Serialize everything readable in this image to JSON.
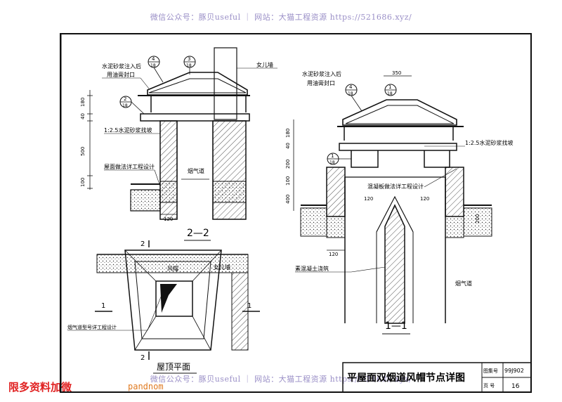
{
  "watermark": {
    "text": "微信公众号：豚贝useful ｜ 网站：大猫工程资源 https://521686.xyz/"
  },
  "footer_ad": {
    "more": "限多资料加微",
    "brand": "pandnom"
  },
  "title_block": {
    "title": "平屋面双烟道风帽节点详图",
    "atlas_label": "图集号",
    "atlas_value": "99J902",
    "page_label": "页 号",
    "page_value": "16"
  },
  "section_22": {
    "label": "2—2",
    "callouts": [
      {
        "num": "4",
        "den": "18"
      },
      {
        "num": "3",
        "den": "18"
      },
      {
        "num": "2",
        "den": "18"
      }
    ],
    "notes": {
      "mortar_seal_1": "水泥砂浆注入后",
      "mortar_seal_2": "用油膏封口",
      "mortar_slope": "1:2.5水泥砂浆找坡",
      "roof_design": "屋面做法详工程设计",
      "flue": "烟气道",
      "parapet": "女儿墙"
    },
    "dims": [
      "180",
      "40",
      "500",
      "100",
      "120"
    ]
  },
  "section_11": {
    "label": "1—1",
    "callouts": [
      {
        "num": "4",
        "den": "18"
      },
      {
        "num": "1",
        "den": "18"
      },
      {
        "num": "1",
        "den": "18"
      }
    ],
    "notes": {
      "mortar_seal_1": "水泥砂浆注入后",
      "mortar_seal_2": "用油膏封口",
      "mortar_slope": "1:2.5水泥砂浆找坡",
      "board_design": "混凝板做法详工程设计",
      "plain_concrete": "素混凝土浇筑",
      "flue": "烟气道"
    },
    "dims": [
      "350",
      "180",
      "40",
      "200",
      "100",
      "400",
      "120",
      "120",
      "200",
      "120"
    ]
  },
  "plan": {
    "label": "屋顶平面",
    "cut_top": "2",
    "cut_bottom": "2",
    "cut_left": "1",
    "cut_right": "1",
    "hood": "风帽",
    "parapet": "女儿墙",
    "flue_model": "烟气道型号详工程设计"
  }
}
